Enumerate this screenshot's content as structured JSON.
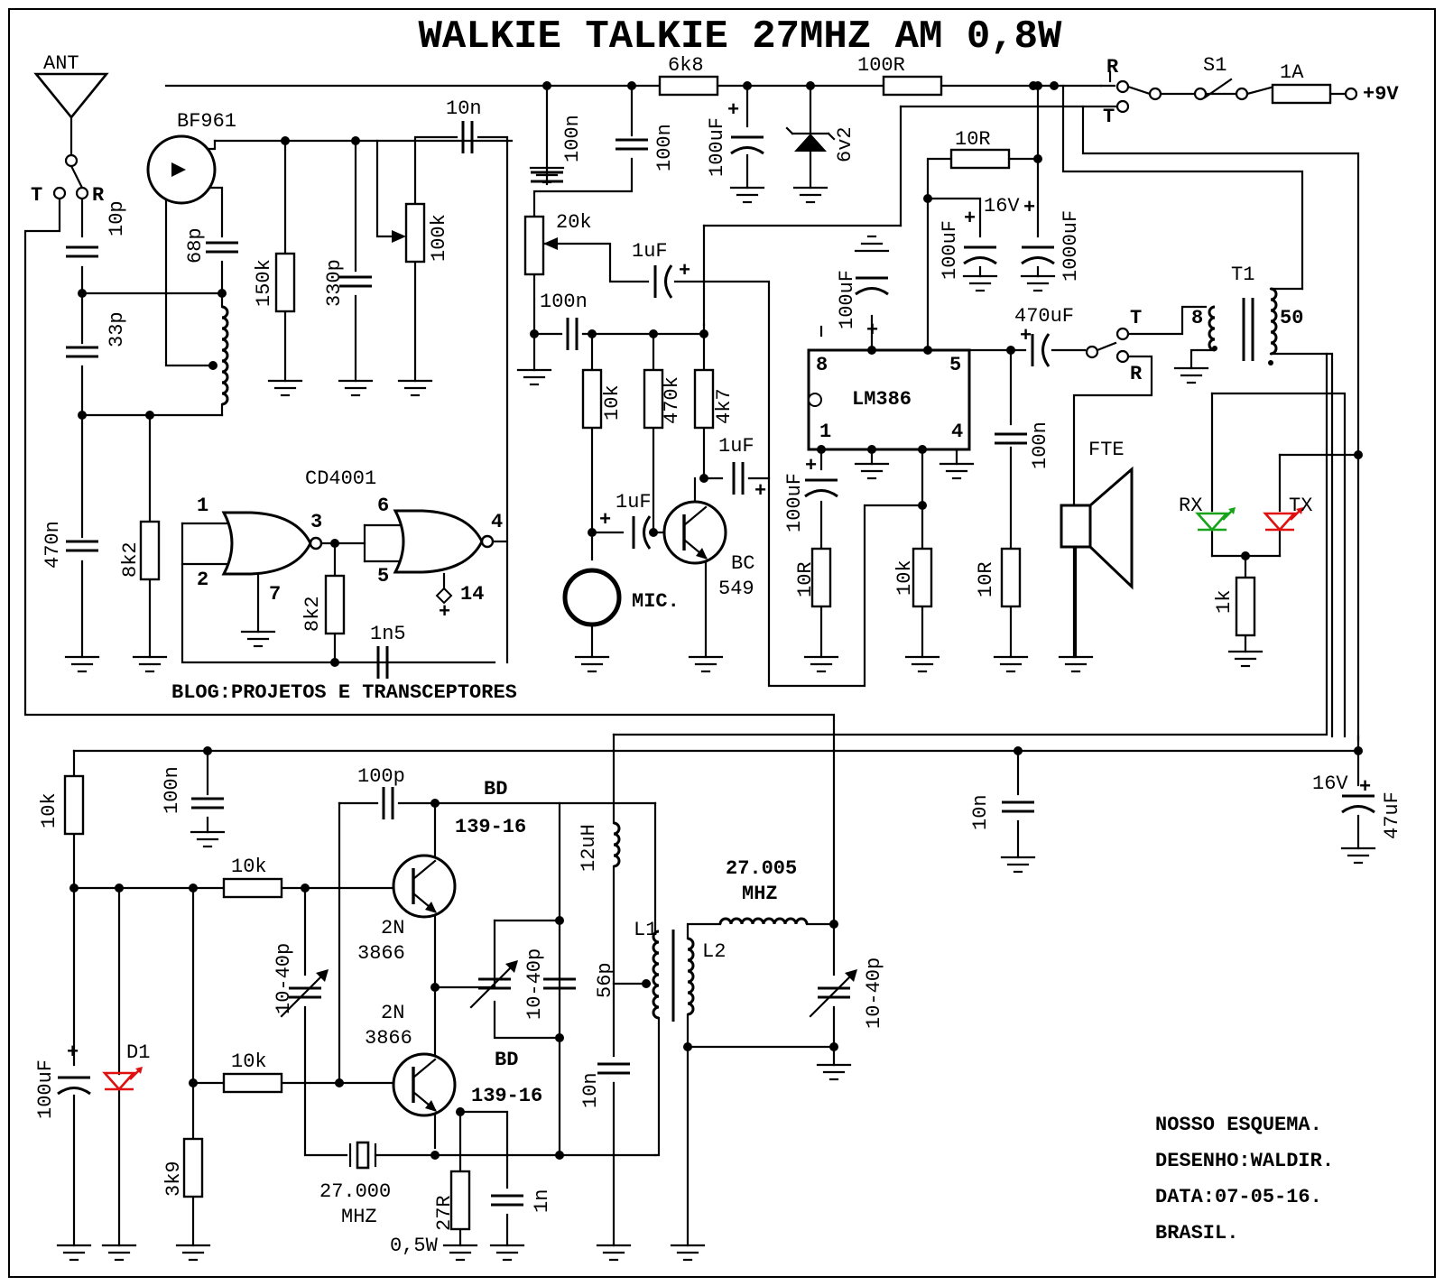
{
  "title": "WALKIE TALKIE 27MHZ AM 0,8W",
  "blog": "BLOG:PROJETOS E TRANSCEPTORES",
  "footer": [
    "NOSSO ESQUEMA.",
    "DESENHO:WALDIR.",
    "DATA:07-05-16.",
    "BRASIL."
  ],
  "colors": {
    "rx_led": "#17a31a",
    "tx_led": "#e01010",
    "d1_led": "#e01010"
  },
  "labels": {
    "ant": "ANT",
    "t": "T",
    "r": "R",
    "bf961": "BF961",
    "c10p": "10p",
    "c68p": "68p",
    "c33p": "33p",
    "c470n": "470n",
    "r8k2": "8k2",
    "r150k": "150k",
    "c330p": "330p",
    "p100k": "100k",
    "c10n_top": "10n",
    "c100n_a": "100n",
    "c100n_b": "100n",
    "r6k8": "6k8",
    "c100uF_top": "100uF",
    "z6v2": "6v2",
    "r100R": "100R",
    "p20k": "20k",
    "c1uF": "1uF",
    "c100n_mic": "100n",
    "r10k": "10k",
    "r470k": "470k",
    "r4k7": "4k7",
    "mic": "MIC.",
    "bc": "BC",
    "bc549": "549",
    "cd4001": "CD4001",
    "p1": "1",
    "p2": "2",
    "p3": "3",
    "p4": "4",
    "p5": "5",
    "p6": "6",
    "p7": "7",
    "p14": "14",
    "plus": "+",
    "c1n5": "1n5",
    "r10R": "10R",
    "v16": "16V",
    "c1000uF": "1000uF",
    "lm386": "LM386",
    "p8": "8",
    "c470uF": "470uF",
    "fte": "FTE",
    "t1": "T1",
    "n8": "8",
    "n50": "50",
    "rx": "RX",
    "tx": "TX",
    "r1k": "1k",
    "s1": "S1",
    "f1A": "1A",
    "v9": "+9V",
    "c100p": "100p",
    "bd": "BD",
    "bd139": "139-16",
    "n2": "2N",
    "n3866": "3866",
    "c1040p": "10-40p",
    "c56p": "56p",
    "l12uH": "12uH",
    "l1": "L1",
    "l2": "L2",
    "f27005": "27.005",
    "mhz": "MHZ",
    "f27000": "27.000",
    "r27R": "27R",
    "w05": "0,5W",
    "c1n": "1n",
    "r3k9": "3k9",
    "d1": "D1",
    "c47uF": "47uF"
  }
}
